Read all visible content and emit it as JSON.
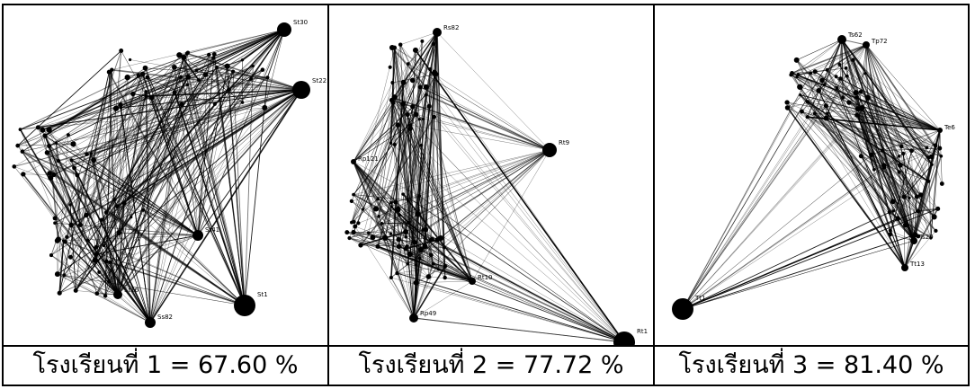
{
  "panels": [
    {
      "caption": "โรงเรียนที่ 1 = 67.60 %",
      "hub_labels": [
        "St30",
        "St22",
        "St1",
        "Ss82",
        "St16",
        "St41"
      ]
    },
    {
      "caption": "โรงเรียนที่ 2 = 77.72 %",
      "hub_labels": [
        "Rs82",
        "Rt9",
        "Rt1",
        "Rp49",
        "Rt10",
        "Rp121"
      ]
    },
    {
      "caption": "โรงเรียนที่ 3 = 81.40 %",
      "hub_labels": [
        "Ts62",
        "Tp72",
        "Tt1",
        "Tt13",
        "Ts29",
        "Te6"
      ]
    }
  ],
  "colors": {
    "node": "#000000",
    "edge": "#000000",
    "border": "#000000"
  }
}
